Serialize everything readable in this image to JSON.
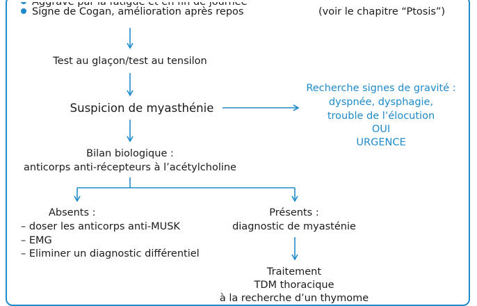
{
  "top_bullets": [
    {
      "text": "Aggravé par la fatigue et en fin de journée"
    },
    {
      "text": "Signe de Cogan, amélioration après repos"
    }
  ],
  "top_right_note": "(voir le chapitre “Ptosis”)",
  "step_test": "Test au glaçon/test au tensilon",
  "step_suspicion": "Suspicion de myasthénie",
  "gravity_box": {
    "line1": "Recherche signes de gravité :",
    "line2": "dyspnée, dysphagie,",
    "line3": "trouble de l’élocution",
    "line4": "OUI",
    "line5": "URGENCE"
  },
  "bilan": {
    "line1": "Bilan biologique :",
    "line2": "anticorps anti-récepteurs à l’acétylcholine"
  },
  "absents": {
    "title": "Absents :",
    "items": [
      "– doser les anticorps anti-MUSK",
      "– EMG",
      "– Eliminer un diagnostic différentiel"
    ]
  },
  "presents": {
    "title": "Présents :",
    "line2": "diagnostic de myasténie"
  },
  "treatment": {
    "line1": "Traitement",
    "line2": "TDM thoracique",
    "line3": "à la recherche d’un thymome"
  },
  "colors": {
    "accent": "#1f8ac9",
    "text": "#1a1a1a"
  }
}
